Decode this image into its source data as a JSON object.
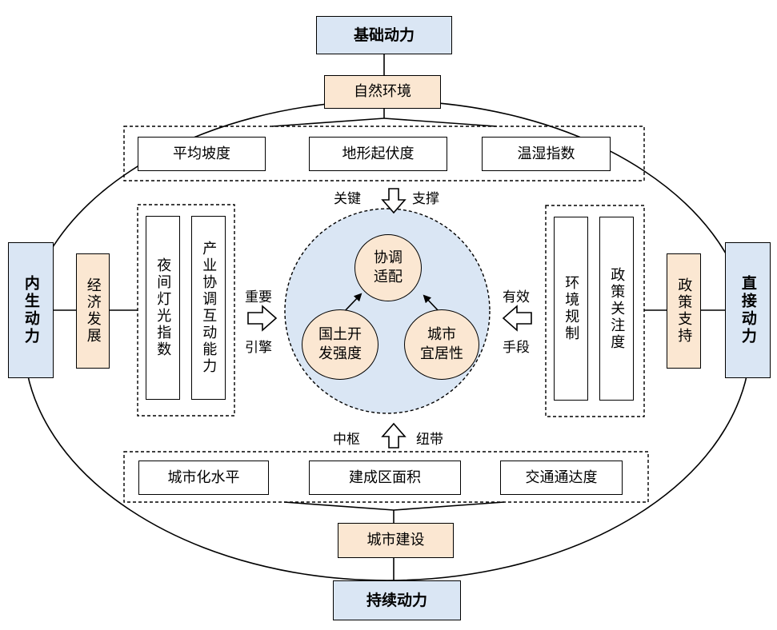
{
  "top": {
    "driver": "基础动力",
    "factor": "自然环境",
    "indicators": [
      "平均坡度",
      "地形起伏度",
      "温湿指数"
    ],
    "label_left": "关键",
    "label_right": "支撑"
  },
  "bottom": {
    "driver": "持续动力",
    "factor": "城市建设",
    "indicators": [
      "城市化水平",
      "建成区面积",
      "交通通达度"
    ],
    "label_left": "中枢",
    "label_right": "纽带"
  },
  "left": {
    "driver": "内生动力",
    "factor": "经济发展",
    "indicators": [
      "夜间灯光指数",
      "产业协调互动能力"
    ],
    "label_top": "重要",
    "label_bottom": "引擎"
  },
  "right": {
    "driver": "直接动力",
    "factor": "政策支持",
    "indicators": [
      "环境规制",
      "政策关注度"
    ],
    "label_top": "有效",
    "label_bottom": "手段"
  },
  "center": {
    "top_line1": "协调",
    "top_line2": "适配",
    "left_line1": "国土开",
    "left_line2": "发强度",
    "right_line1": "城市",
    "right_line2": "宜居性"
  },
  "colors": {
    "driver_fill": "#dae6f4",
    "factor_fill": "#fbe7d2",
    "center_fill": "#dae6f4",
    "line": "#000000"
  }
}
